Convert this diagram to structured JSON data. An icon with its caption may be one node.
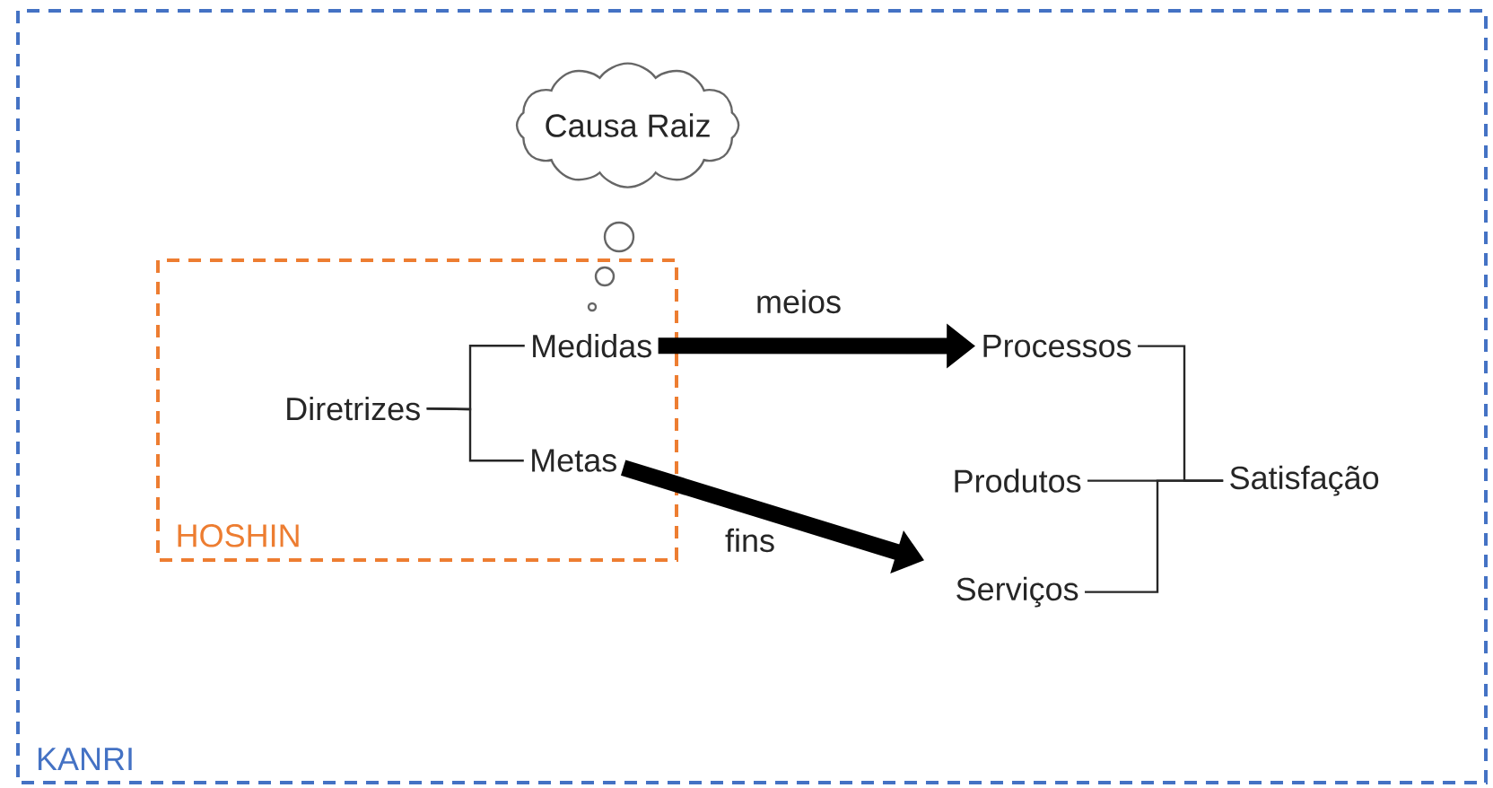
{
  "diagram": {
    "nodes": [
      {
        "text": [
          "KANRI"
        ]
      },
      {
        "text": [
          "HOSHIN"
        ],
        "in": 0
      },
      {
        "text": [
          "Causa Raiz"
        ],
        "in": 0
      },
      {
        "text": [
          "Diretrizes"
        ],
        "in": 1
      },
      {
        "text": [
          "Medidas"
        ],
        "in": 1
      },
      {
        "text": [
          "Metas"
        ],
        "in": 1
      },
      {
        "text": [
          "Processos"
        ],
        "in": 0
      },
      {
        "text": [
          "Produtos"
        ],
        "in": 0
      },
      {
        "text": [
          "Serviços"
        ],
        "in": 0
      },
      {
        "text": [
          "Satisfação"
        ],
        "in": 0
      }
    ],
    "edges": [
      {
        "from": 3,
        "to": 4,
        "arrow": "none"
      },
      {
        "from": 3,
        "to": 5,
        "arrow": "none"
      },
      {
        "from": 4,
        "to": 6,
        "arrow": "to",
        "label": "meios",
        "style": "thick"
      },
      {
        "from": 5,
        "to": 8,
        "arrow": "to",
        "label": "fins",
        "style": "thick"
      },
      {
        "from": 6,
        "to": 9,
        "arrow": "none"
      },
      {
        "from": 7,
        "to": 9,
        "arrow": "none"
      },
      {
        "from": 8,
        "to": 9,
        "arrow": "none"
      }
    ]
  }
}
